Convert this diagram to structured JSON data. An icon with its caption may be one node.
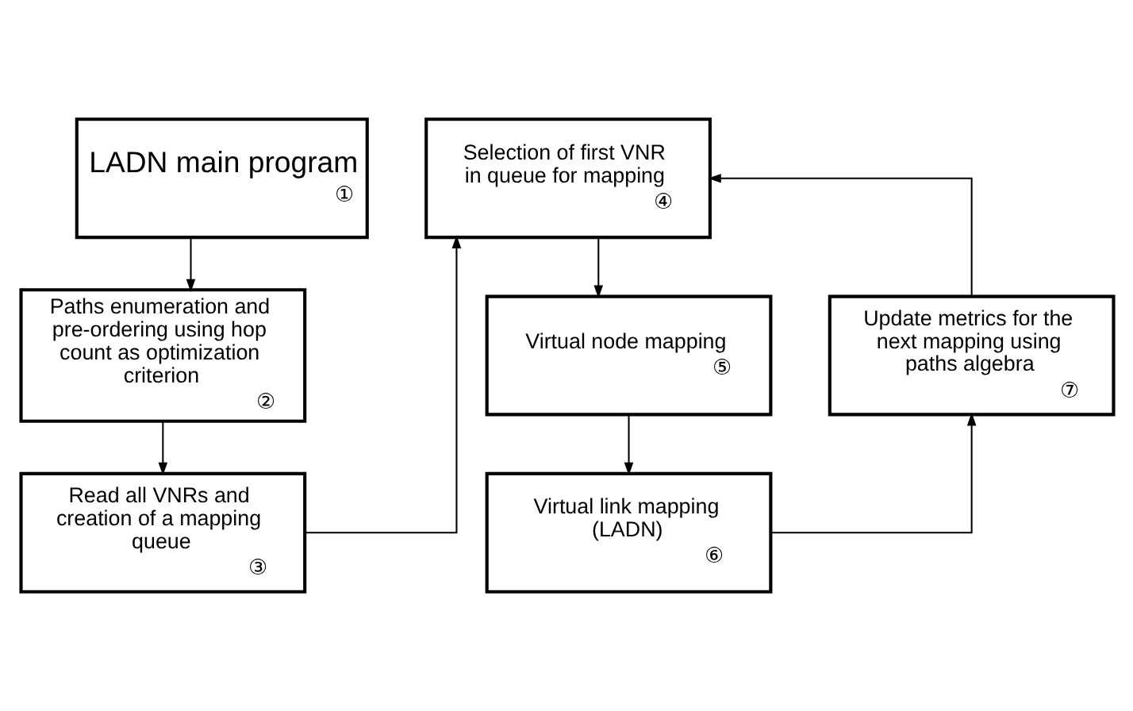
{
  "diagram": {
    "nodes": [
      {
        "text": [
          "LADN main program",
          "①"
        ]
      },
      {
        "text": [
          "Paths enumeration and pre-ordering using hop count as optimization criterion",
          "②"
        ]
      },
      {
        "text": [
          "Read all VNRs and creation of a mapping queue",
          "③"
        ]
      },
      {
        "text": [
          "Selection of first VNR in queue for mapping",
          "④"
        ]
      },
      {
        "text": [
          "Virtual node mapping",
          "⑤"
        ]
      },
      {
        "text": [
          "Virtual link mapping (LADN)",
          "⑥"
        ]
      },
      {
        "text": [
          "Update metrics for the next mapping using paths algebra",
          "⑦"
        ]
      }
    ],
    "edges": [
      {
        "from": 0,
        "to": 1,
        "arrow": "to"
      },
      {
        "from": 1,
        "to": 2,
        "arrow": "to"
      },
      {
        "from": 2,
        "to": 3,
        "arrow": "to"
      },
      {
        "from": 3,
        "to": 4,
        "arrow": "to"
      },
      {
        "from": 4,
        "to": 5,
        "arrow": "to"
      },
      {
        "from": 5,
        "to": 6,
        "arrow": "to"
      },
      {
        "from": 6,
        "to": 3,
        "arrow": "to"
      }
    ]
  }
}
